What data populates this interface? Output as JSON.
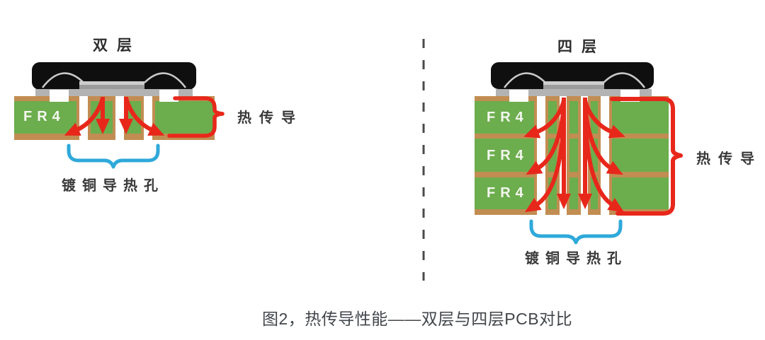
{
  "figure": {
    "caption": "图2，热传导性能——双层与四层PCB对比"
  },
  "diagrams": {
    "left": {
      "title": "双层",
      "fr4_labels": [
        "FR4"
      ],
      "heat_conduction_label": "热传导",
      "thermal_vias_label": "镀铜导热孔"
    },
    "right": {
      "title": "四层",
      "fr4_labels": [
        "FR4",
        "FR4",
        "FR4"
      ],
      "heat_conduction_label": "热传导",
      "thermal_vias_label": "镀铜导热孔"
    }
  },
  "colors": {
    "pcb_green": "#6cad4d",
    "copper_tan": "#c28d52",
    "heat_arrow_red": "#e8271b",
    "via_brace_blue": "#2ea9da",
    "chip_body_black": "#0f0f0f",
    "substrate_gray": "#b3b3b3",
    "label_text": "#3a3a3a"
  }
}
